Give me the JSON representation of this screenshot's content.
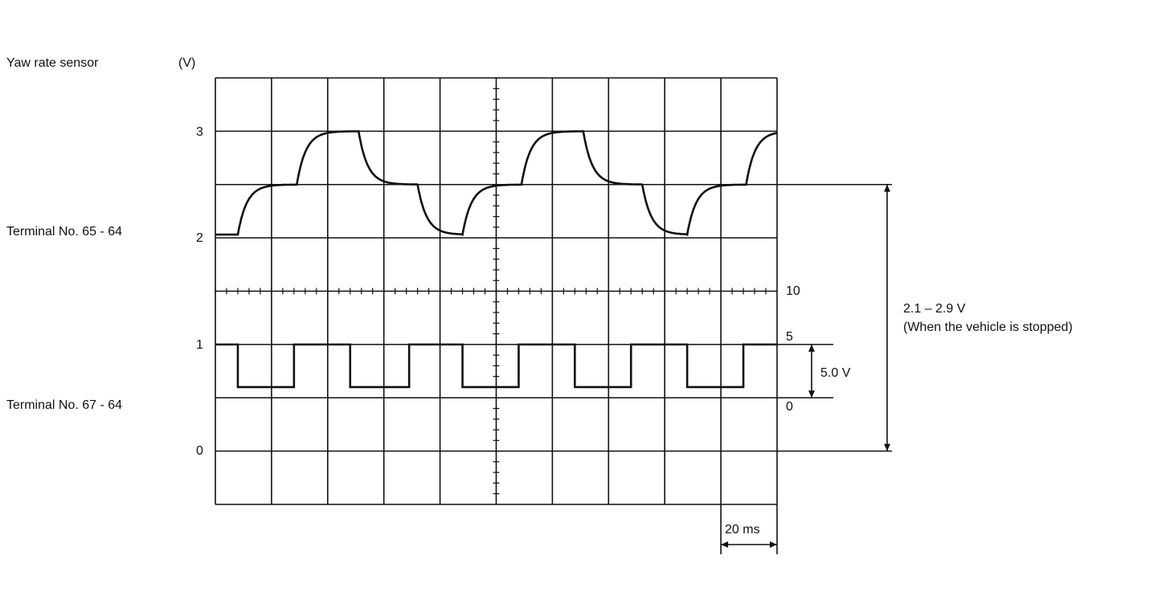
{
  "chart_data": {
    "type": "line",
    "title": "Yaw rate sensor",
    "y_unit_label": "(V)",
    "left_axis": {
      "ticks": [
        "3",
        "2",
        "1",
        "0"
      ],
      "values": [
        3,
        2,
        1,
        0
      ],
      "ylim": [
        -0.5,
        3.5
      ],
      "volts_per_div": 0.5
    },
    "right_axis": {
      "ticks": [
        "10",
        "5",
        "0"
      ],
      "values": [
        10,
        5,
        0
      ]
    },
    "x_axis": {
      "ms_per_div": 20,
      "divisions": 10,
      "xlim_ms": [
        0,
        200
      ],
      "scale_label": "20 ms"
    },
    "grid": true,
    "series": [
      {
        "name": "Terminal No. 65 - 64",
        "axis": "left",
        "levels_v": [
          2.03,
          2.5,
          3.0
        ],
        "initial_v": 2.03,
        "steps": [
          {
            "t_ms": 8,
            "to_v": 2.5
          },
          {
            "t_ms": 29,
            "to_v": 3.0
          },
          {
            "t_ms": 51,
            "to_v": 2.5
          },
          {
            "t_ms": 72,
            "to_v": 2.03
          },
          {
            "t_ms": 88,
            "to_v": 2.5
          },
          {
            "t_ms": 109,
            "to_v": 3.0
          },
          {
            "t_ms": 131,
            "to_v": 2.5
          },
          {
            "t_ms": 152,
            "to_v": 2.03
          },
          {
            "t_ms": 168,
            "to_v": 2.5
          },
          {
            "t_ms": 189,
            "to_v": 3.0
          }
        ]
      },
      {
        "name": "Terminal No. 67 - 64",
        "axis": "right",
        "high_v": 5,
        "low_v": 1,
        "low_intervals_ms": [
          [
            8,
            28
          ],
          [
            48,
            69
          ],
          [
            88,
            108
          ],
          [
            128,
            148
          ],
          [
            168,
            188
          ]
        ]
      }
    ],
    "annotations": {
      "range": "2.1 – 2.9 V",
      "range_note": "(When the vehicle is stopped)",
      "amplitude": "5.0 V"
    }
  }
}
